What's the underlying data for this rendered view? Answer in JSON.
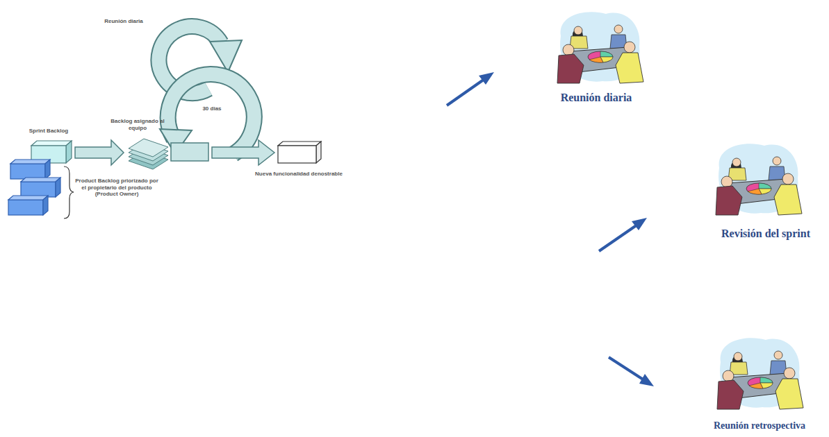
{
  "diagram": {
    "labels": [
      "Reunión diaria",
      "30 dias",
      "Sprint Backlog",
      "Backlog asignado al equipo",
      "Product Backlog priorizado por el propietario del producto (Product Owner)",
      "Nueva funcionalidad denostrable",
      "Reunión diaria",
      "Revisión del sprint",
      "Reunión retrospectiva"
    ]
  }
}
